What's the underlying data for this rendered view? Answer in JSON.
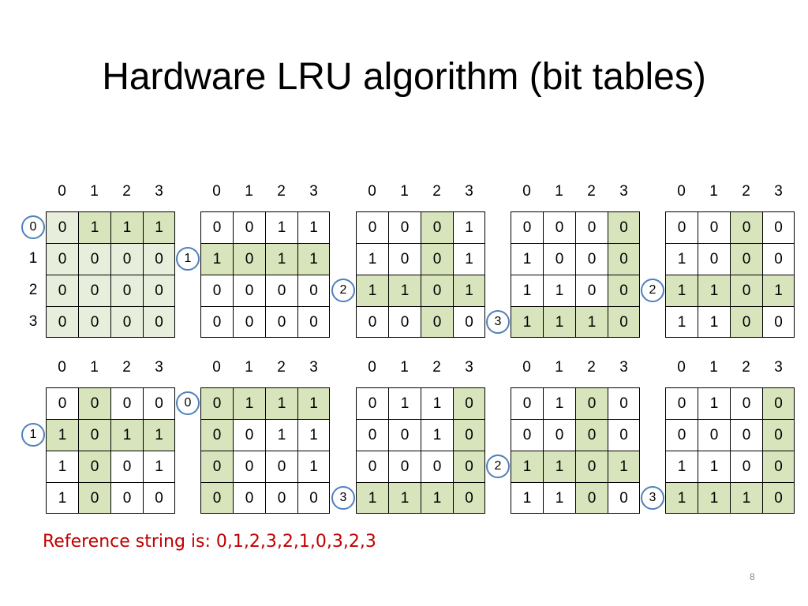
{
  "title": "Hardware LRU algorithm (bit tables)",
  "column_headers": [
    "0",
    "1",
    "2",
    "3"
  ],
  "row_labels": [
    "0",
    "1",
    "2",
    "3"
  ],
  "colors": {
    "cell_highlight": "#e8eedc",
    "cell_highlight_strong": "#d8e4bc",
    "marker_border": "#4f81bd",
    "reference_text": "#c00000"
  },
  "matrices": [
    {
      "rows": [
        [
          "0",
          "1",
          "1",
          "1"
        ],
        [
          "0",
          "0",
          "0",
          "0"
        ],
        [
          "0",
          "0",
          "0",
          "0"
        ],
        [
          "0",
          "0",
          "0",
          "0"
        ]
      ],
      "shade": [
        [
          "g",
          "G",
          "G",
          "G"
        ],
        [
          "g",
          "g",
          "g",
          "g"
        ],
        [
          "g",
          "g",
          "g",
          "g"
        ],
        [
          "g",
          "g",
          "g",
          "g"
        ]
      ],
      "marker": {
        "row": 0,
        "label": "0"
      }
    },
    {
      "rows": [
        [
          "0",
          "0",
          "1",
          "1"
        ],
        [
          "1",
          "0",
          "1",
          "1"
        ],
        [
          "0",
          "0",
          "0",
          "0"
        ],
        [
          "0",
          "0",
          "0",
          "0"
        ]
      ],
      "shade": [
        [
          "",
          "",
          "",
          ""
        ],
        [
          "G",
          "G",
          "G",
          "G"
        ],
        [
          "",
          "",
          "",
          ""
        ],
        [
          "",
          "",
          "",
          ""
        ]
      ],
      "marker": {
        "row": 1,
        "label": "1"
      }
    },
    {
      "rows": [
        [
          "0",
          "0",
          "0",
          "1"
        ],
        [
          "1",
          "0",
          "0",
          "1"
        ],
        [
          "1",
          "1",
          "0",
          "1"
        ],
        [
          "0",
          "0",
          "0",
          "0"
        ]
      ],
      "shade": [
        [
          "",
          "",
          "G",
          ""
        ],
        [
          "",
          "",
          "G",
          ""
        ],
        [
          "G",
          "G",
          "G",
          "G"
        ],
        [
          "",
          "",
          "G",
          ""
        ]
      ],
      "marker": {
        "row": 2,
        "label": "2"
      }
    },
    {
      "rows": [
        [
          "0",
          "0",
          "0",
          "0"
        ],
        [
          "1",
          "0",
          "0",
          "0"
        ],
        [
          "1",
          "1",
          "0",
          "0"
        ],
        [
          "1",
          "1",
          "1",
          "0"
        ]
      ],
      "shade": [
        [
          "",
          "",
          "",
          "G"
        ],
        [
          "",
          "",
          "",
          "G"
        ],
        [
          "",
          "",
          "",
          "G"
        ],
        [
          "G",
          "G",
          "G",
          "G"
        ]
      ],
      "marker": {
        "row": 3,
        "label": "3"
      }
    },
    {
      "rows": [
        [
          "0",
          "0",
          "0",
          "0"
        ],
        [
          "1",
          "0",
          "0",
          "0"
        ],
        [
          "1",
          "1",
          "0",
          "1"
        ],
        [
          "1",
          "1",
          "0",
          "0"
        ]
      ],
      "shade": [
        [
          "",
          "",
          "G",
          ""
        ],
        [
          "",
          "",
          "G",
          ""
        ],
        [
          "G",
          "G",
          "G",
          "G"
        ],
        [
          "",
          "",
          "G",
          ""
        ]
      ],
      "marker": {
        "row": 2,
        "label": "2"
      }
    },
    {
      "rows": [
        [
          "0",
          "0",
          "0",
          "0"
        ],
        [
          "1",
          "0",
          "1",
          "1"
        ],
        [
          "1",
          "0",
          "0",
          "1"
        ],
        [
          "1",
          "0",
          "0",
          "0"
        ]
      ],
      "shade": [
        [
          "",
          "G",
          "",
          ""
        ],
        [
          "G",
          "G",
          "G",
          "G"
        ],
        [
          "",
          "G",
          "",
          ""
        ],
        [
          "",
          "G",
          "",
          ""
        ]
      ],
      "marker": {
        "row": 1,
        "label": "1"
      }
    },
    {
      "rows": [
        [
          "0",
          "1",
          "1",
          "1"
        ],
        [
          "0",
          "0",
          "1",
          "1"
        ],
        [
          "0",
          "0",
          "0",
          "1"
        ],
        [
          "0",
          "0",
          "0",
          "0"
        ]
      ],
      "shade": [
        [
          "G",
          "G",
          "G",
          "G"
        ],
        [
          "G",
          "",
          "",
          ""
        ],
        [
          "G",
          "",
          "",
          ""
        ],
        [
          "G",
          "",
          "",
          ""
        ]
      ],
      "marker": {
        "row": 0,
        "label": "0"
      }
    },
    {
      "rows": [
        [
          "0",
          "1",
          "1",
          "0"
        ],
        [
          "0",
          "0",
          "1",
          "0"
        ],
        [
          "0",
          "0",
          "0",
          "0"
        ],
        [
          "1",
          "1",
          "1",
          "0"
        ]
      ],
      "shade": [
        [
          "",
          "",
          "",
          "G"
        ],
        [
          "",
          "",
          "",
          "G"
        ],
        [
          "",
          "",
          "",
          "G"
        ],
        [
          "G",
          "G",
          "G",
          "G"
        ]
      ],
      "marker": {
        "row": 3,
        "label": "3"
      }
    },
    {
      "rows": [
        [
          "0",
          "1",
          "0",
          "0"
        ],
        [
          "0",
          "0",
          "0",
          "0"
        ],
        [
          "1",
          "1",
          "0",
          "1"
        ],
        [
          "1",
          "1",
          "0",
          "0"
        ]
      ],
      "shade": [
        [
          "",
          "",
          "G",
          ""
        ],
        [
          "",
          "",
          "G",
          ""
        ],
        [
          "G",
          "G",
          "G",
          "G"
        ],
        [
          "",
          "",
          "G",
          ""
        ]
      ],
      "marker": {
        "row": 2,
        "label": "2"
      }
    },
    {
      "rows": [
        [
          "0",
          "1",
          "0",
          "0"
        ],
        [
          "0",
          "0",
          "0",
          "0"
        ],
        [
          "1",
          "1",
          "0",
          "0"
        ],
        [
          "1",
          "1",
          "1",
          "0"
        ]
      ],
      "shade": [
        [
          "",
          "",
          "",
          "G"
        ],
        [
          "",
          "",
          "",
          "G"
        ],
        [
          "",
          "",
          "",
          "G"
        ],
        [
          "G",
          "G",
          "G",
          "G"
        ]
      ],
      "marker": {
        "row": 3,
        "label": "3"
      }
    }
  ],
  "reference_string": "Reference string is: 0,1,2,3,2,1,0,3,2,3",
  "slide_number": "8"
}
